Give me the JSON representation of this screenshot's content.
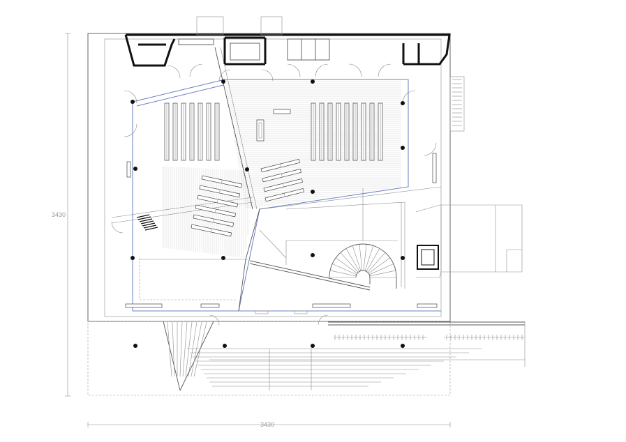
{
  "dimensions": {
    "height_label": "3430",
    "width_label": "3430"
  },
  "counts": {
    "left_pews": 7,
    "right_pews": 9,
    "lower_left_benches": 6,
    "lower_right_benches": 4
  },
  "colors": {
    "line": "#111111",
    "thin_line": "#8a8a8a",
    "glass_outline": "#6b7fc4",
    "columns": "#111111"
  }
}
